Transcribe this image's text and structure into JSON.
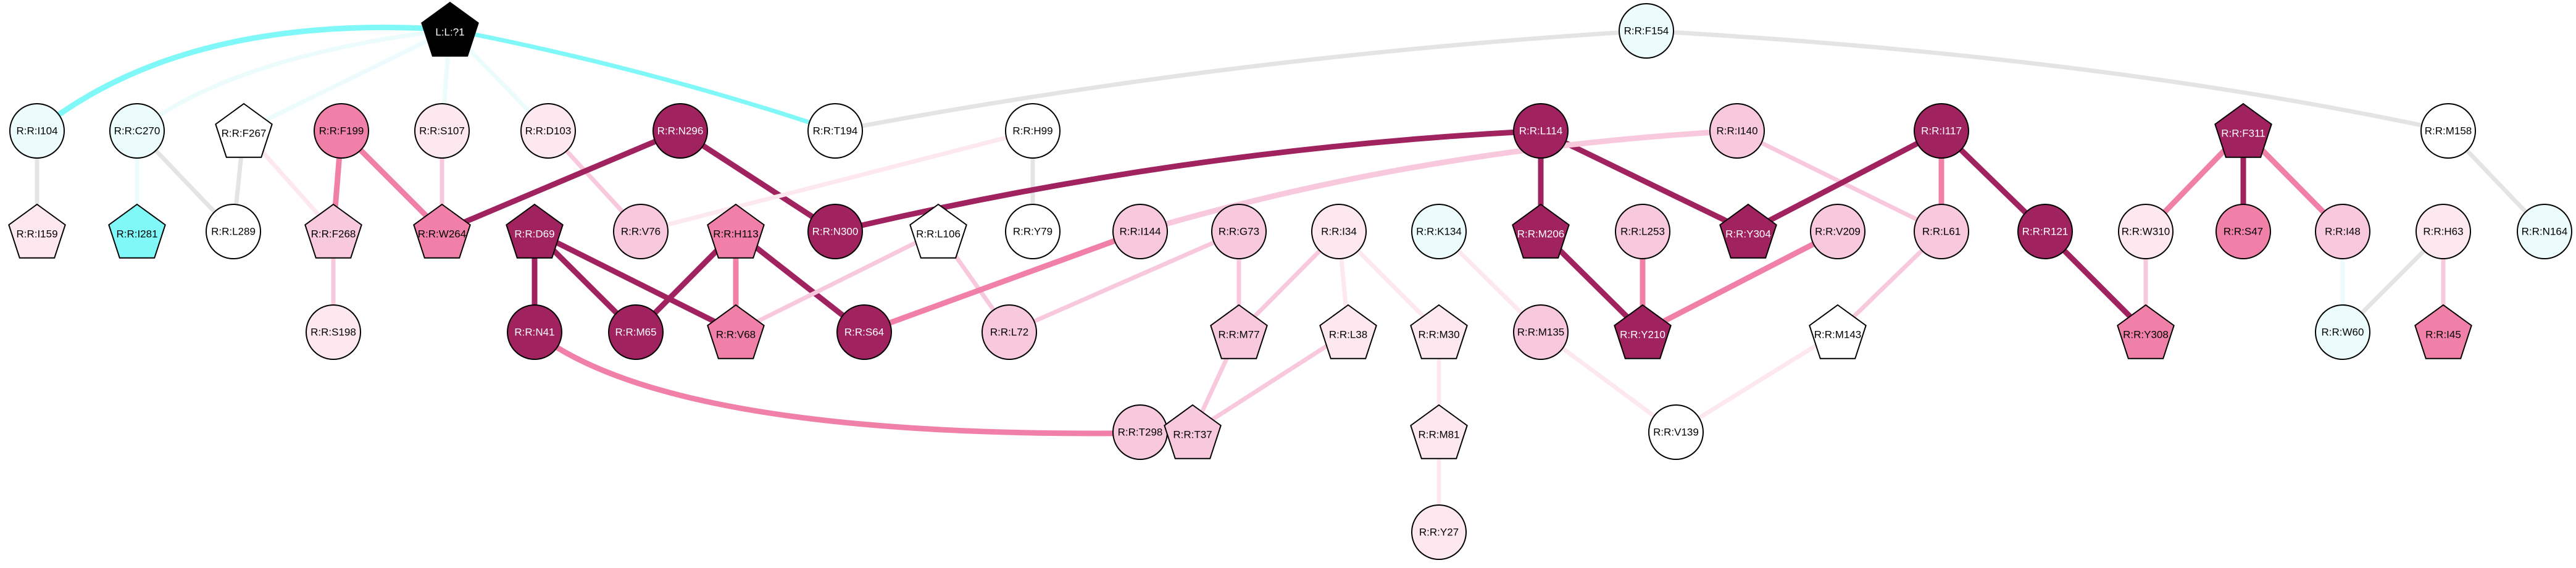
{
  "colors": {
    "c0": "#000000",
    "c1": "#a0225f",
    "c2": "#f080a8",
    "c3": "#f8c8dc",
    "c4": "#fde8f0",
    "c5": "#ffffff",
    "c6": "#ecfcfc",
    "c7": "#80f8f8",
    "edge_grey": "#e4e4e4"
  },
  "nodes": [
    {
      "id": "L:L:?1",
      "label": "L:L:?1",
      "shape": "pentagon",
      "fill": "c0"
    },
    {
      "id": "R:R:F154",
      "label": "R:R:F154",
      "shape": "circle",
      "fill": "c6"
    },
    {
      "id": "R:R:I104",
      "label": "R:R:I104",
      "shape": "circle",
      "fill": "c6"
    },
    {
      "id": "R:R:C270",
      "label": "R:R:C270",
      "shape": "circle",
      "fill": "c6"
    },
    {
      "id": "R:R:F267",
      "label": "R:R:F267",
      "shape": "pentagon",
      "fill": "c5"
    },
    {
      "id": "R:R:F199",
      "label": "R:R:F199",
      "shape": "circle",
      "fill": "c2"
    },
    {
      "id": "R:R:S107",
      "label": "R:R:S107",
      "shape": "circle",
      "fill": "c4"
    },
    {
      "id": "R:R:D103",
      "label": "R:R:D103",
      "shape": "circle",
      "fill": "c4"
    },
    {
      "id": "R:R:N296",
      "label": "R:R:N296",
      "shape": "circle",
      "fill": "c1"
    },
    {
      "id": "R:R:T194",
      "label": "R:R:T194",
      "shape": "circle",
      "fill": "c5"
    },
    {
      "id": "R:R:H99",
      "label": "R:R:H99",
      "shape": "circle",
      "fill": "c5"
    },
    {
      "id": "R:R:L114",
      "label": "R:R:L114",
      "shape": "circle",
      "fill": "c1"
    },
    {
      "id": "R:R:I140",
      "label": "R:R:I140",
      "shape": "circle",
      "fill": "c3"
    },
    {
      "id": "R:R:I117",
      "label": "R:R:I117",
      "shape": "circle",
      "fill": "c1"
    },
    {
      "id": "R:R:F311",
      "label": "R:R:F311",
      "shape": "pentagon",
      "fill": "c1"
    },
    {
      "id": "R:R:M158",
      "label": "R:R:M158",
      "shape": "circle",
      "fill": "c5"
    },
    {
      "id": "R:R:I159",
      "label": "R:R:I159",
      "shape": "pentagon",
      "fill": "c4"
    },
    {
      "id": "R:R:I281",
      "label": "R:R:I281",
      "shape": "pentagon",
      "fill": "c7"
    },
    {
      "id": "R:R:L289",
      "label": "R:R:L289",
      "shape": "circle",
      "fill": "c5"
    },
    {
      "id": "R:R:F268",
      "label": "R:R:F268",
      "shape": "pentagon",
      "fill": "c3"
    },
    {
      "id": "R:R:W264",
      "label": "R:R:W264",
      "shape": "pentagon",
      "fill": "c2"
    },
    {
      "id": "R:R:V76",
      "label": "R:R:V76",
      "shape": "circle",
      "fill": "c3"
    },
    {
      "id": "R:R:N300",
      "label": "R:R:N300",
      "shape": "circle",
      "fill": "c1"
    },
    {
      "id": "R:R:Y79",
      "label": "R:R:Y79",
      "shape": "circle",
      "fill": "c5"
    },
    {
      "id": "R:R:M206",
      "label": "R:R:M206",
      "shape": "pentagon",
      "fill": "c1"
    },
    {
      "id": "R:R:Y304",
      "label": "R:R:Y304",
      "shape": "pentagon",
      "fill": "c1"
    },
    {
      "id": "R:R:L61",
      "label": "R:R:L61",
      "shape": "circle",
      "fill": "c3"
    },
    {
      "id": "R:R:R121",
      "label": "R:R:R121",
      "shape": "circle",
      "fill": "c1"
    },
    {
      "id": "R:R:W310",
      "label": "R:R:W310",
      "shape": "circle",
      "fill": "c4"
    },
    {
      "id": "R:R:S47",
      "label": "R:R:S47",
      "shape": "circle",
      "fill": "c2"
    },
    {
      "id": "R:R:I48",
      "label": "R:R:I48",
      "shape": "circle",
      "fill": "c3"
    },
    {
      "id": "R:R:H63",
      "label": "R:R:H63",
      "shape": "circle",
      "fill": "c4"
    },
    {
      "id": "R:R:N164",
      "label": "R:R:N164",
      "shape": "circle",
      "fill": "c6"
    },
    {
      "id": "R:R:S198",
      "label": "R:R:S198",
      "shape": "circle",
      "fill": "c4"
    },
    {
      "id": "R:R:D69",
      "label": "R:R:D69",
      "shape": "pentagon",
      "fill": "c1"
    },
    {
      "id": "R:R:H113",
      "label": "R:R:H113",
      "shape": "pentagon",
      "fill": "c2"
    },
    {
      "id": "R:R:L106",
      "label": "R:R:L106",
      "shape": "pentagon",
      "fill": "c5"
    },
    {
      "id": "R:R:I144",
      "label": "R:R:I144",
      "shape": "circle",
      "fill": "c3"
    },
    {
      "id": "R:R:G73",
      "label": "R:R:G73",
      "shape": "circle",
      "fill": "c3"
    },
    {
      "id": "R:R:I34",
      "label": "R:R:I34",
      "shape": "circle",
      "fill": "c4"
    },
    {
      "id": "R:R:K134",
      "label": "R:R:K134",
      "shape": "circle",
      "fill": "c6"
    },
    {
      "id": "R:R:L253",
      "label": "R:R:L253",
      "shape": "circle",
      "fill": "c3"
    },
    {
      "id": "R:R:V209",
      "label": "R:R:V209",
      "shape": "circle",
      "fill": "c3"
    },
    {
      "id": "R:R:Y308",
      "label": "R:R:Y308",
      "shape": "pentagon",
      "fill": "c2"
    },
    {
      "id": "R:R:W60",
      "label": "R:R:W60",
      "shape": "circle",
      "fill": "c6"
    },
    {
      "id": "R:R:I45",
      "label": "R:R:I45",
      "shape": "pentagon",
      "fill": "c2"
    },
    {
      "id": "R:R:N41",
      "label": "R:R:N41",
      "shape": "circle",
      "fill": "c1"
    },
    {
      "id": "R:R:M65",
      "label": "R:R:M65",
      "shape": "circle",
      "fill": "c1"
    },
    {
      "id": "R:R:V68",
      "label": "R:R:V68",
      "shape": "pentagon",
      "fill": "c2"
    },
    {
      "id": "R:R:S64",
      "label": "R:R:S64",
      "shape": "circle",
      "fill": "c1"
    },
    {
      "id": "R:R:L72",
      "label": "R:R:L72",
      "shape": "circle",
      "fill": "c3"
    },
    {
      "id": "R:R:T298",
      "label": "R:R:T298",
      "shape": "circle",
      "fill": "c3"
    },
    {
      "id": "R:R:M77",
      "label": "R:R:M77",
      "shape": "pentagon",
      "fill": "c3"
    },
    {
      "id": "R:R:L38",
      "label": "R:R:L38",
      "shape": "pentagon",
      "fill": "c4"
    },
    {
      "id": "R:R:M30",
      "label": "R:R:M30",
      "shape": "pentagon",
      "fill": "c4"
    },
    {
      "id": "R:R:M135",
      "label": "R:R:M135",
      "shape": "circle",
      "fill": "c3"
    },
    {
      "id": "R:R:Y210",
      "label": "R:R:Y210",
      "shape": "pentagon",
      "fill": "c1"
    },
    {
      "id": "R:R:M143",
      "label": "R:R:M143",
      "shape": "pentagon",
      "fill": "c5"
    },
    {
      "id": "R:R:T37",
      "label": "R:R:T37",
      "shape": "pentagon",
      "fill": "c3"
    },
    {
      "id": "R:R:M81",
      "label": "R:R:M81",
      "shape": "pentagon",
      "fill": "c4"
    },
    {
      "id": "R:R:V139",
      "label": "R:R:V139",
      "shape": "circle",
      "fill": "c5"
    },
    {
      "id": "R:R:Y27",
      "label": "R:R:Y27",
      "shape": "circle",
      "fill": "c4"
    }
  ],
  "edges": [
    {
      "from": "L:L:?1",
      "to": "R:R:I104",
      "color": "c7",
      "weight": 3
    },
    {
      "from": "L:L:?1",
      "to": "R:R:C270",
      "color": "c6",
      "weight": 2
    },
    {
      "from": "L:L:?1",
      "to": "R:R:F267",
      "color": "c6",
      "weight": 2
    },
    {
      "from": "L:L:?1",
      "to": "R:R:S107",
      "color": "c6",
      "weight": 2
    },
    {
      "from": "L:L:?1",
      "to": "R:R:D103",
      "color": "c6",
      "weight": 2
    },
    {
      "from": "L:L:?1",
      "to": "R:R:T194",
      "color": "c7",
      "weight": 2
    },
    {
      "from": "R:R:F154",
      "to": "R:R:T194",
      "color": "edge_grey",
      "weight": 2
    },
    {
      "from": "R:R:F154",
      "to": "R:R:M158",
      "color": "edge_grey",
      "weight": 2
    },
    {
      "from": "R:R:I104",
      "to": "R:R:I159",
      "color": "edge_grey",
      "weight": 2
    },
    {
      "from": "R:R:C270",
      "to": "R:R:I281",
      "color": "c6",
      "weight": 2
    },
    {
      "from": "R:R:C270",
      "to": "R:R:L289",
      "color": "edge_grey",
      "weight": 2
    },
    {
      "from": "R:R:F267",
      "to": "R:R:L289",
      "color": "edge_grey",
      "weight": 2
    },
    {
      "from": "R:R:F267",
      "to": "R:R:F268",
      "color": "c4",
      "weight": 2
    },
    {
      "from": "R:R:F199",
      "to": "R:R:F268",
      "color": "c2",
      "weight": 3
    },
    {
      "from": "R:R:F199",
      "to": "R:R:W264",
      "color": "c2",
      "weight": 3
    },
    {
      "from": "R:R:S107",
      "to": "R:R:W264",
      "color": "c3",
      "weight": 2
    },
    {
      "from": "R:R:D103",
      "to": "R:R:V76",
      "color": "c3",
      "weight": 2
    },
    {
      "from": "R:R:N296",
      "to": "R:R:W264",
      "color": "c1",
      "weight": 3
    },
    {
      "from": "R:R:N296",
      "to": "R:R:N300",
      "color": "c1",
      "weight": 3
    },
    {
      "from": "R:R:H99",
      "to": "R:R:V76",
      "color": "c4",
      "weight": 2
    },
    {
      "from": "R:R:H99",
      "to": "R:R:Y79",
      "color": "edge_grey",
      "weight": 2
    },
    {
      "from": "R:R:L114",
      "to": "R:R:N300",
      "color": "c1",
      "weight": 3
    },
    {
      "from": "R:R:L114",
      "to": "R:R:M206",
      "color": "c1",
      "weight": 3
    },
    {
      "from": "R:R:L114",
      "to": "R:R:Y304",
      "color": "c1",
      "weight": 3
    },
    {
      "from": "R:R:I140",
      "to": "R:R:I144",
      "color": "c3",
      "weight": 3
    },
    {
      "from": "R:R:I140",
      "to": "R:R:L61",
      "color": "c3",
      "weight": 2
    },
    {
      "from": "R:R:I117",
      "to": "R:R:Y304",
      "color": "c1",
      "weight": 3
    },
    {
      "from": "R:R:I117",
      "to": "R:R:R121",
      "color": "c1",
      "weight": 3
    },
    {
      "from": "R:R:I117",
      "to": "R:R:L61",
      "color": "c2",
      "weight": 3
    },
    {
      "from": "R:R:F311",
      "to": "R:R:W310",
      "color": "c2",
      "weight": 3
    },
    {
      "from": "R:R:F311",
      "to": "R:R:S47",
      "color": "c1",
      "weight": 3
    },
    {
      "from": "R:R:F311",
      "to": "R:R:I48",
      "color": "c2",
      "weight": 3
    },
    {
      "from": "R:R:M158",
      "to": "R:R:N164",
      "color": "edge_grey",
      "weight": 2
    },
    {
      "from": "R:R:F268",
      "to": "R:R:S198",
      "color": "c3",
      "weight": 2
    },
    {
      "from": "R:R:D69",
      "to": "R:R:N41",
      "color": "c1",
      "weight": 3
    },
    {
      "from": "R:R:D69",
      "to": "R:R:M65",
      "color": "c1",
      "weight": 3
    },
    {
      "from": "R:R:D69",
      "to": "R:R:V68",
      "color": "c1",
      "weight": 3
    },
    {
      "from": "R:R:H113",
      "to": "R:R:M65",
      "color": "c1",
      "weight": 3
    },
    {
      "from": "R:R:H113",
      "to": "R:R:V68",
      "color": "c2",
      "weight": 3
    },
    {
      "from": "R:R:H113",
      "to": "R:R:S64",
      "color": "c1",
      "weight": 3
    },
    {
      "from": "R:R:L106",
      "to": "R:R:V68",
      "color": "c3",
      "weight": 2
    },
    {
      "from": "R:R:L106",
      "to": "R:R:L72",
      "color": "c3",
      "weight": 2
    },
    {
      "from": "R:R:I144",
      "to": "R:R:S64",
      "color": "c2",
      "weight": 3
    },
    {
      "from": "R:R:G73",
      "to": "R:R:L72",
      "color": "c3",
      "weight": 2
    },
    {
      "from": "R:R:G73",
      "to": "R:R:M77",
      "color": "c3",
      "weight": 2
    },
    {
      "from": "R:R:I34",
      "to": "R:R:M77",
      "color": "c3",
      "weight": 2
    },
    {
      "from": "R:R:I34",
      "to": "R:R:L38",
      "color": "c4",
      "weight": 2
    },
    {
      "from": "R:R:I34",
      "to": "R:R:M30",
      "color": "c4",
      "weight": 2
    },
    {
      "from": "R:R:K134",
      "to": "R:R:M135",
      "color": "c4",
      "weight": 2
    },
    {
      "from": "R:R:M206",
      "to": "R:R:Y210",
      "color": "c1",
      "weight": 3
    },
    {
      "from": "R:R:L253",
      "to": "R:R:Y210",
      "color": "c2",
      "weight": 3
    },
    {
      "from": "R:R:V209",
      "to": "R:R:Y210",
      "color": "c2",
      "weight": 3
    },
    {
      "from": "R:R:L61",
      "to": "R:R:M143",
      "color": "c3",
      "weight": 2
    },
    {
      "from": "R:R:R121",
      "to": "R:R:Y308",
      "color": "c1",
      "weight": 3
    },
    {
      "from": "R:R:W310",
      "to": "R:R:Y308",
      "color": "c3",
      "weight": 2
    },
    {
      "from": "R:R:I48",
      "to": "R:R:W60",
      "color": "c6",
      "weight": 2
    },
    {
      "from": "R:R:H63",
      "to": "R:R:W60",
      "color": "edge_grey",
      "weight": 2
    },
    {
      "from": "R:R:H63",
      "to": "R:R:I45",
      "color": "c3",
      "weight": 2
    },
    {
      "from": "R:R:N41",
      "to": "R:R:T37",
      "color": "c2",
      "weight": 3
    },
    {
      "from": "R:R:T298",
      "to": "R:R:T37",
      "color": "c3",
      "weight": 2
    },
    {
      "from": "R:R:M77",
      "to": "R:R:T37",
      "color": "c3",
      "weight": 2
    },
    {
      "from": "R:R:L38",
      "to": "R:R:T37",
      "color": "c3",
      "weight": 2
    },
    {
      "from": "R:R:M30",
      "to": "R:R:M81",
      "color": "c4",
      "weight": 2
    },
    {
      "from": "R:R:M135",
      "to": "R:R:V139",
      "color": "c4",
      "weight": 2
    },
    {
      "from": "R:R:M143",
      "to": "R:R:V139",
      "color": "c4",
      "weight": 2
    },
    {
      "from": "R:R:M81",
      "to": "R:R:Y27",
      "color": "c4",
      "weight": 2
    }
  ]
}
